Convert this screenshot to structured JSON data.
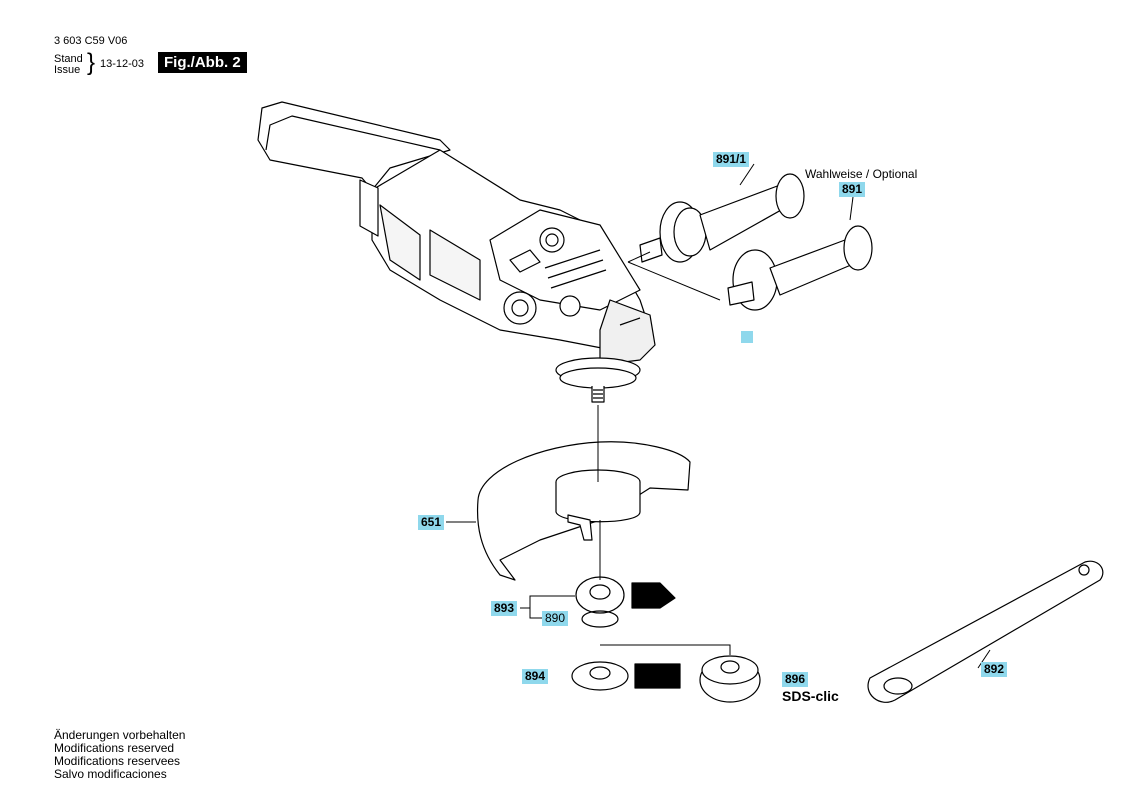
{
  "header": {
    "doc_number": "3 603 C59 V06",
    "stand": "Stand",
    "issue": "Issue",
    "date": "13-12-03",
    "figure": "Fig./Abb. 2"
  },
  "optional_label": "Wahlweise / Optional",
  "parts": {
    "p891_1": "891/1",
    "p891": "891",
    "p651": "651",
    "p893": "893",
    "p890": "890",
    "p894": "894",
    "p896": "896",
    "p892": "892"
  },
  "sds_clic": "SDS-clic",
  "footer_notes": [
    "Änderungen vorbehalten",
    "Modifications reserved",
    "Modifications reservees",
    "Salvo modificaciones"
  ],
  "colors": {
    "label_bg": "#8fd8ec",
    "figure_bg": "#000000"
  }
}
